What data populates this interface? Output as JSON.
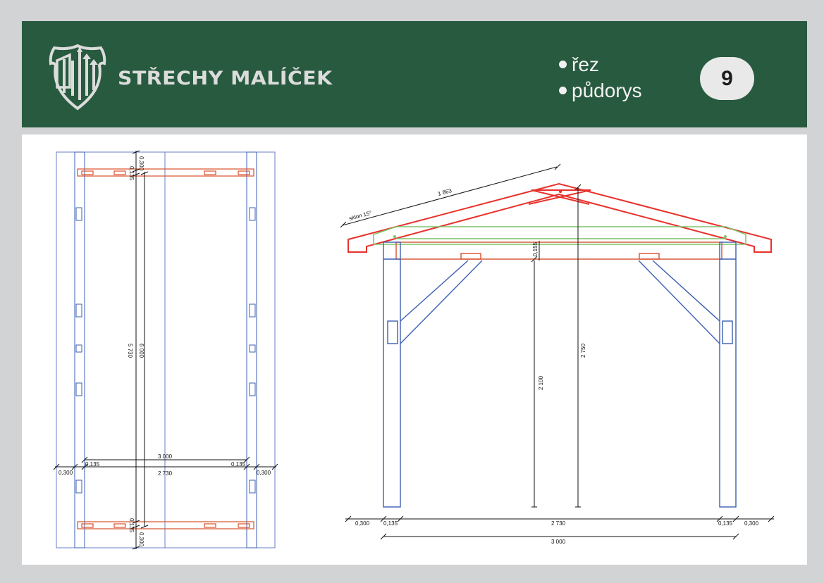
{
  "header": {
    "brand": "STŘECHY MALÍČEK",
    "bullets": [
      "řez",
      "půdorys"
    ],
    "badge": "9"
  },
  "plan": {
    "dim_top_overhang": "0,300",
    "dim_top_beam": "0,135",
    "dim_inner_length": "5 730",
    "dim_total_length": "6 000",
    "dim_total_width": "3 000",
    "dim_inner_width": "2 730",
    "dim_left_overhang": "0,300",
    "dim_left_beam": "0,135",
    "dim_right_beam": "0,135",
    "dim_right_overhang": "0,300",
    "dim_bottom_beam": "0,135",
    "dim_bottom_overhang": "0,300"
  },
  "section": {
    "dim_rafter": "1 863",
    "slope": "sklon 15°",
    "dim_beam_height": "0,155",
    "dim_post_height": "2 100",
    "dim_ridge_height": "2 750",
    "dim_left_overhang": "0,300",
    "dim_left_beam": "0,135",
    "dim_inner_width": "2 730",
    "dim_right_beam": "0,135",
    "dim_right_overhang": "0,300",
    "dim_total_width": "3 000"
  },
  "colors": {
    "header_bg": "#275a3e",
    "post": "#3b5fb3",
    "beam": "#d9502b",
    "roof": "#e8312b",
    "purlin": "#7cc36a",
    "dimension": "#111111"
  }
}
